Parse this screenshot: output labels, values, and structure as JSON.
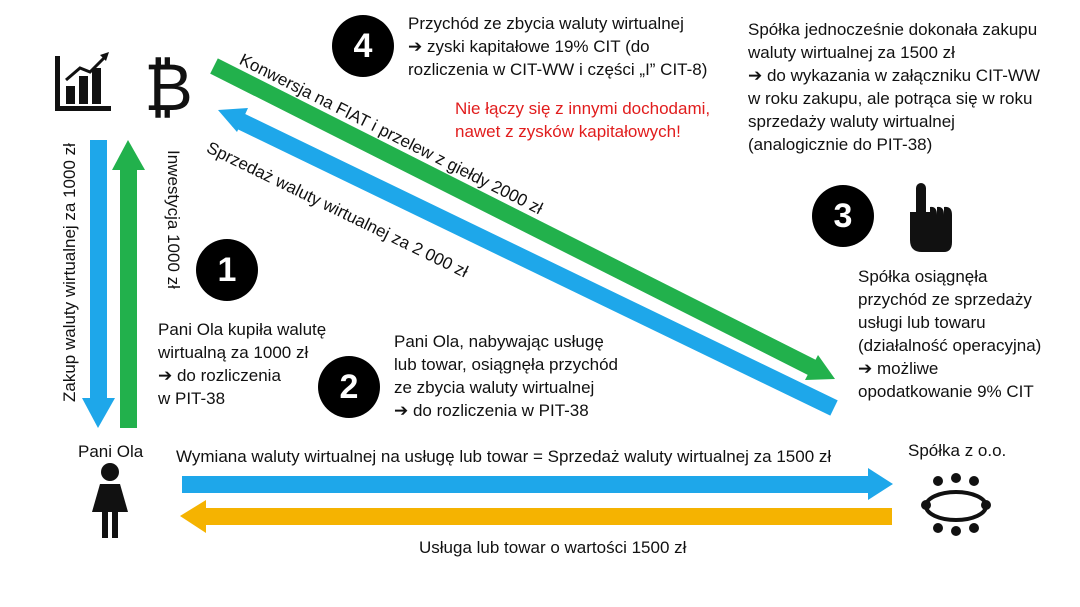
{
  "colors": {
    "green": "#22b14c",
    "blue": "#1ea7ea",
    "yellow": "#f5b301",
    "black": "#000000",
    "red": "#e11d1d"
  },
  "icons": [
    "bar-chart-icon",
    "bitcoin-icon",
    "hand-pointer-icon",
    "woman-icon",
    "conference-table-icon"
  ],
  "step4": {
    "number": "4",
    "lines": [
      "Przychód ze zbycia waluty wirtualnej",
      "➔ zyski kapitałowe 19% CIT (do",
      "rozliczenia w CIT-WW i części „I” CIT-8)"
    ],
    "warning": [
      "Nie łączy się z innymi dochodami,",
      "nawet z zysków kapitałowych!"
    ]
  },
  "spolka_note": [
    "Spółka jednocześnie dokonała zakupu",
    "waluty wirtualnej za 1500 zł",
    "➔ do wykazania w załączniku CIT-WW",
    "w roku zakupu, ale potrąca się w roku",
    "sprzedaży waluty wirtualnej",
    "(analogicznie do PIT-38)"
  ],
  "step3": {
    "number": "3",
    "lines": [
      "Spółka osiągnęła",
      "przychód ze sprzedaży",
      "usługi lub towaru",
      "(działalność operacyjna)",
      "➔ możliwe",
      "opodatkowanie 9% CIT"
    ]
  },
  "step1": {
    "number": "1",
    "lines": [
      "Pani Ola kupiła walutę",
      "wirtualną za 1000 zł",
      "➔ do rozliczenia",
      "w PIT-38"
    ]
  },
  "step2": {
    "number": "2",
    "lines": [
      "Pani Ola, nabywając usługę",
      "lub towar, osiągnęła przychód",
      "ze zbycia waluty wirtualnej",
      "➔ do rozliczenia w PIT-38"
    ]
  },
  "arrows": {
    "konwersja": "Konwersja na FIAT i przelew z giełdy 2000 zł",
    "sprzedaz": "Sprzedaż waluty wirtualnej za 2 000 zł",
    "zakup": "Zakup waluty wirtualnej za 1000 zł",
    "inwestycja": "Inwestycja 1000 zł",
    "wymiana": "Wymiana waluty wirtualnej na usługę lub towar = Sprzedaż waluty wirtualnej za 1500 zł",
    "usluga": "Usługa lub towar o wartości 1500 zł"
  },
  "actors": {
    "pani_ola": "Pani Ola",
    "spolka": "Spółka z o.o."
  }
}
